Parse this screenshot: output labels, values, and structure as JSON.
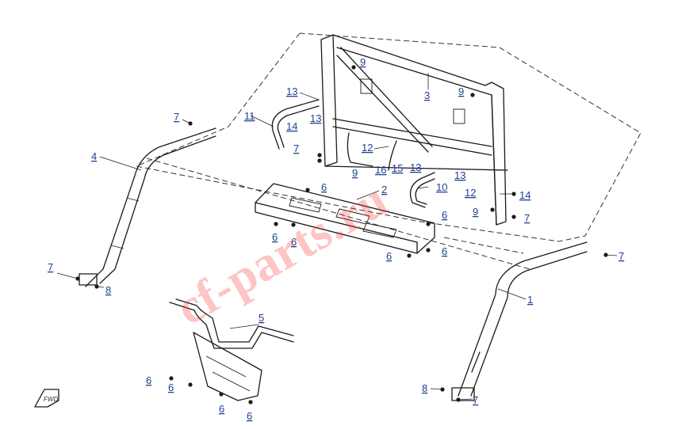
{
  "watermark": "cf-parts.ru",
  "fwd_mark": "FWD",
  "callouts": [
    {
      "label": "1"
    },
    {
      "label": "2"
    },
    {
      "label": "3"
    },
    {
      "label": "4"
    },
    {
      "label": "5"
    },
    {
      "label": "6"
    },
    {
      "label": "6"
    },
    {
      "label": "6"
    },
    {
      "label": "6"
    },
    {
      "label": "6"
    },
    {
      "label": "6"
    },
    {
      "label": "6"
    },
    {
      "label": "6"
    },
    {
      "label": "6"
    },
    {
      "label": "6"
    },
    {
      "label": "7"
    },
    {
      "label": "7"
    },
    {
      "label": "7"
    },
    {
      "label": "7"
    },
    {
      "label": "7"
    },
    {
      "label": "7"
    },
    {
      "label": "8"
    },
    {
      "label": "8"
    },
    {
      "label": "9"
    },
    {
      "label": "9"
    },
    {
      "label": "9"
    },
    {
      "label": "9"
    },
    {
      "label": "10"
    },
    {
      "label": "11"
    },
    {
      "label": "12"
    },
    {
      "label": "12"
    },
    {
      "label": "13"
    },
    {
      "label": "13"
    },
    {
      "label": "13"
    },
    {
      "label": "13"
    },
    {
      "label": "14"
    },
    {
      "label": "14"
    },
    {
      "label": "15"
    },
    {
      "label": "16"
    }
  ]
}
